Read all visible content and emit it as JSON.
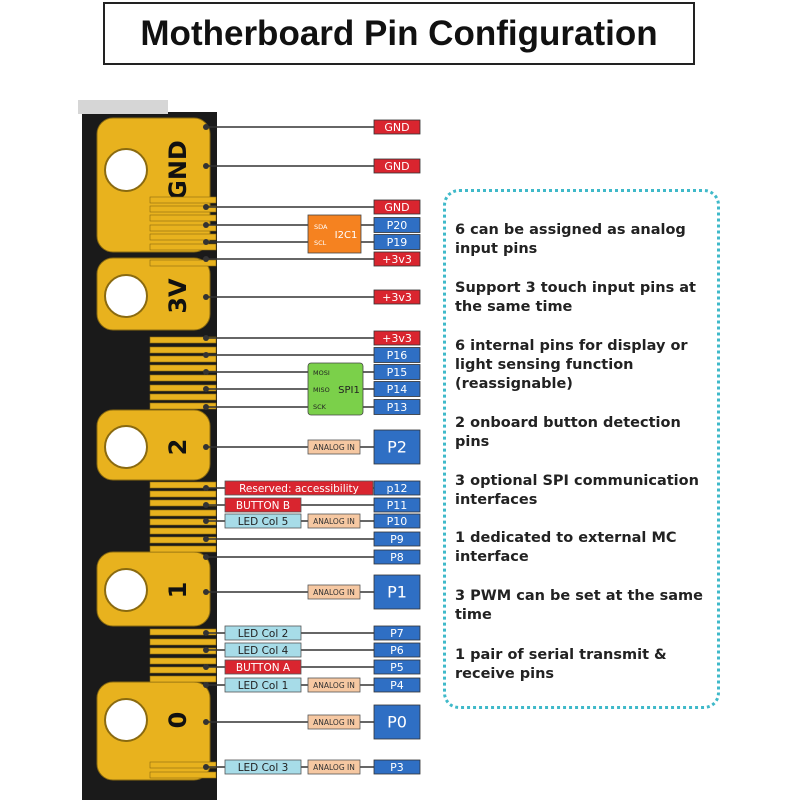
{
  "title": "Motherboard Pin Configuration",
  "board_labels": [
    "GND",
    "3V",
    "2",
    "1",
    "0"
  ],
  "pins": [
    {
      "label": "GND",
      "color": "#d9252f"
    },
    {
      "label": "GND",
      "color": "#d9252f"
    },
    {
      "label": "GND",
      "color": "#d9252f"
    },
    {
      "label": "P20",
      "color": "#2f6fc4"
    },
    {
      "label": "P19",
      "color": "#2f6fc4"
    },
    {
      "label": "+3v3",
      "color": "#d9252f"
    },
    {
      "label": "+3v3",
      "color": "#d9252f"
    },
    {
      "label": "+3v3",
      "color": "#d9252f"
    },
    {
      "label": "P16",
      "color": "#2f6fc4"
    },
    {
      "label": "P15",
      "color": "#2f6fc4"
    },
    {
      "label": "P14",
      "color": "#2f6fc4"
    },
    {
      "label": "P13",
      "color": "#2f6fc4"
    },
    {
      "label": "P2",
      "color": "#2f6fc4"
    },
    {
      "label": "p12",
      "color": "#2f6fc4"
    },
    {
      "label": "P11",
      "color": "#2f6fc4"
    },
    {
      "label": "P10",
      "color": "#2f6fc4"
    },
    {
      "label": "P9",
      "color": "#2f6fc4"
    },
    {
      "label": "P8",
      "color": "#2f6fc4"
    },
    {
      "label": "P1",
      "color": "#2f6fc4"
    },
    {
      "label": "P7",
      "color": "#2f6fc4"
    },
    {
      "label": "P6",
      "color": "#2f6fc4"
    },
    {
      "label": "P5",
      "color": "#2f6fc4"
    },
    {
      "label": "P4",
      "color": "#2f6fc4"
    },
    {
      "label": "P0",
      "color": "#2f6fc4"
    },
    {
      "label": "P3",
      "color": "#2f6fc4"
    }
  ],
  "i2c": {
    "label": "I2C1",
    "sda": "SDA",
    "scl": "SCL",
    "color": "#f58220"
  },
  "spi": {
    "label": "SPI1",
    "mosi": "MOSI",
    "miso": "MISO",
    "sck": "SCK",
    "color": "#7bd04a"
  },
  "analog_label": "ANALOG IN",
  "functions": {
    "reserved": "Reserved: accessibility",
    "button_b": "BUTTON B",
    "led_col5": "LED Col 5",
    "led_col2": "LED Col 2",
    "led_col4": "LED Col 4",
    "button_a": "BUTTON A",
    "led_col1": "LED Col 1",
    "led_col3": "LED Col 3"
  },
  "features": [
    "6 can be assigned as analog input pins",
    "Support 3 touch input pins at the same time",
    "6 internal pins for display or light sensing function (reassignable)",
    "2 onboard button detection pins",
    "3 optional SPI communication interfaces",
    "1 dedicated to external MC interface",
    "3 PWM can be set at the same time",
    "1 pair of serial transmit & receive pins"
  ],
  "colors": {
    "board_black": "#1a1a1a",
    "gold": "#e8b21e",
    "gold_dark": "#8a6a10",
    "power_red": "#d9252f",
    "pin_blue": "#2f6fc4",
    "led_cyan": "#a7dce8",
    "analog_tag": "#f6c8a2",
    "dotted_border": "#3fb9c9"
  }
}
